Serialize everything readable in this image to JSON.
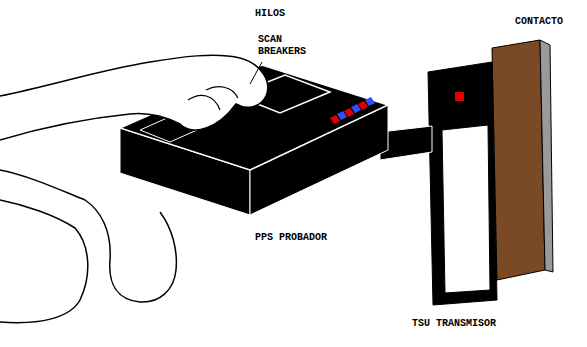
{
  "diagram": {
    "labels": [
      "HILOS",
      "SCAN BREAKERS",
      "CONTACTO",
      "PPS PROBADOR",
      "TSU TRANSMISOR"
    ]
  }
}
